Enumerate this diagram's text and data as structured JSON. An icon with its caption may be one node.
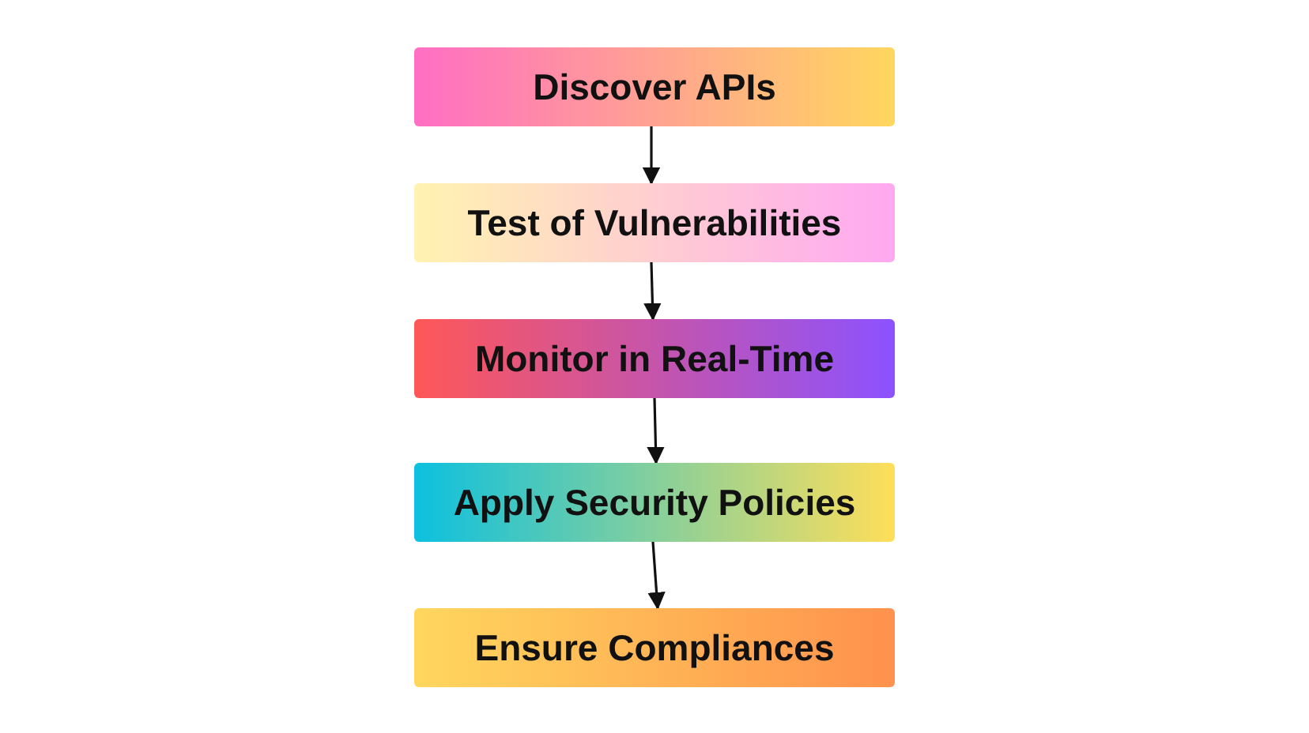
{
  "diagram": {
    "nodes": [
      {
        "text": [
          "Discover APIs"
        ]
      },
      {
        "text": [
          "Test of Vulnerabilities"
        ]
      },
      {
        "text": [
          "Monitor in Real-Time"
        ]
      },
      {
        "text": [
          "Apply Security Policies"
        ]
      },
      {
        "text": [
          "Ensure Compliances"
        ]
      }
    ],
    "edges": [
      {
        "from": 0,
        "to": 1,
        "arrow": "to"
      },
      {
        "from": 1,
        "to": 2,
        "arrow": "to"
      },
      {
        "from": 2,
        "to": 3,
        "arrow": "to"
      },
      {
        "from": 3,
        "to": 4,
        "arrow": "to"
      }
    ]
  }
}
